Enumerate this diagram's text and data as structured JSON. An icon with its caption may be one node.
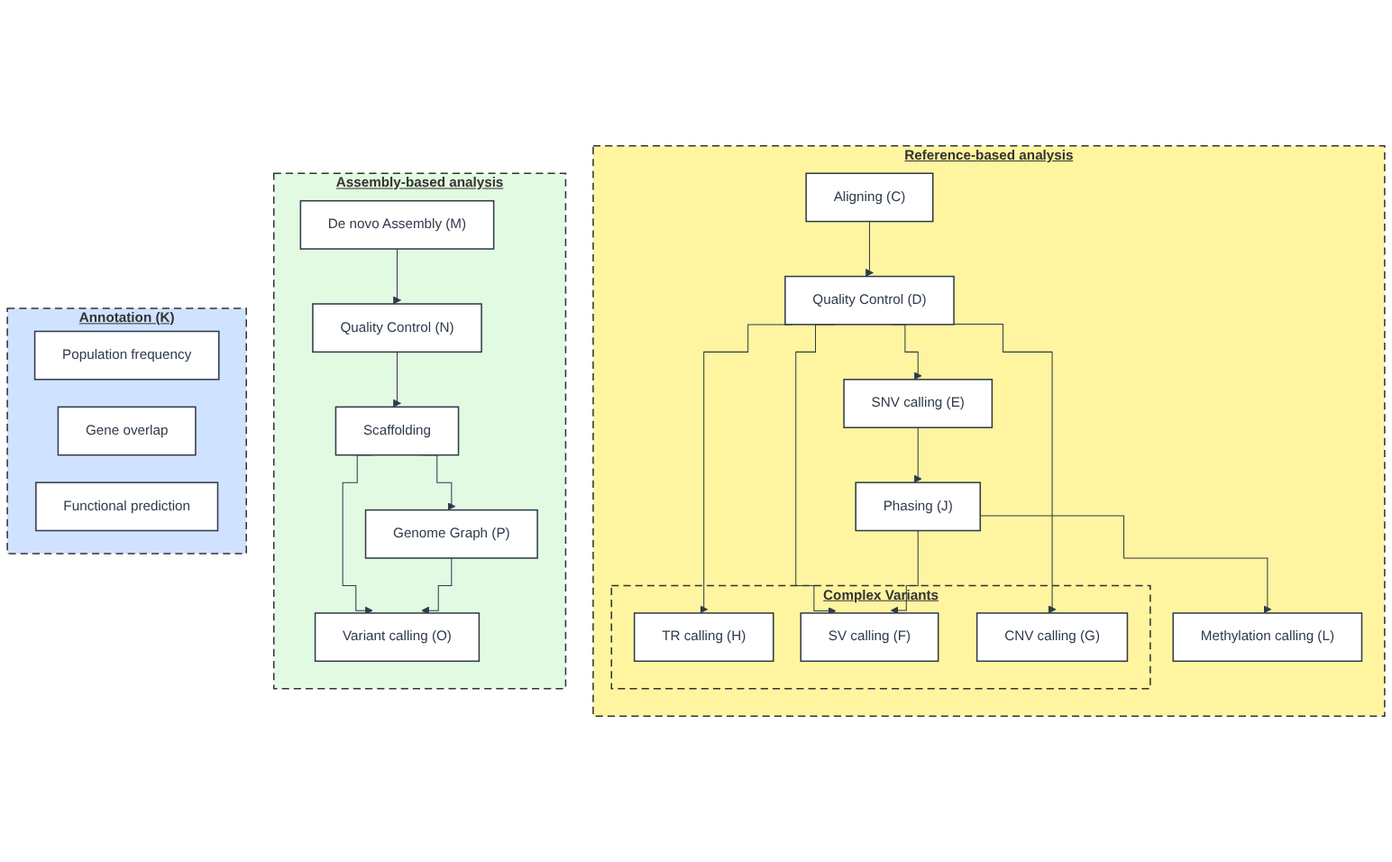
{
  "diagram": {
    "nodes": [
      {
        "text": [
          "Reference-based analysis"
        ]
      },
      {
        "text": [
          "Aligning (C)"
        ],
        "in": 0
      },
      {
        "text": [
          "Quality Control (D)"
        ],
        "in": 0
      },
      {
        "text": [
          "Complex Variants"
        ],
        "in": 0
      },
      {
        "text": [
          "SNV calling (E)"
        ],
        "in": 0
      },
      {
        "text": [
          "TR calling (H)"
        ],
        "in": 3
      },
      {
        "text": [
          "Phasing (J)"
        ],
        "in": 0
      },
      {
        "text": [
          "SV calling (F)"
        ],
        "in": 3
      },
      {
        "text": [
          "Methylation calling (L)"
        ],
        "in": 0
      },
      {
        "text": [
          "CNV calling (G)"
        ],
        "in": 3
      },
      {
        "text": [
          "Assembly-based analysis"
        ]
      },
      {
        "text": [
          "De novo Assembly (M)"
        ],
        "in": 10
      },
      {
        "text": [
          "Quality Control (N)"
        ],
        "in": 10
      },
      {
        "text": [
          "Scaffolding"
        ],
        "in": 10
      },
      {
        "text": [
          "Variant calling (O)"
        ],
        "in": 10
      },
      {
        "text": [
          "Genome Graph (P)"
        ],
        "in": 10
      },
      {
        "text": [
          "Annotation (K)"
        ]
      },
      {
        "text": [
          "Population frequency"
        ],
        "in": 16
      },
      {
        "text": [
          "Gene overlap"
        ],
        "in": 16
      },
      {
        "text": [
          "Functional prediction"
        ],
        "in": 16
      }
    ],
    "edges": [
      {
        "from": 1,
        "to": 2,
        "arrow": "to"
      },
      {
        "from": 2,
        "to": 4,
        "arrow": "to"
      },
      {
        "from": 2,
        "to": 5,
        "arrow": "to"
      },
      {
        "from": 2,
        "to": 7,
        "arrow": "to"
      },
      {
        "from": 2,
        "to": 9,
        "arrow": "to"
      },
      {
        "from": 4,
        "to": 6,
        "arrow": "to"
      },
      {
        "from": 6,
        "to": 7,
        "arrow": "to"
      },
      {
        "from": 6,
        "to": 8,
        "arrow": "to"
      },
      {
        "from": 11,
        "to": 12,
        "arrow": "to"
      },
      {
        "from": 12,
        "to": 13,
        "arrow": "to"
      },
      {
        "from": 13,
        "to": 14,
        "arrow": "to"
      },
      {
        "from": 13,
        "to": 15,
        "arrow": "to"
      },
      {
        "from": 15,
        "to": 14,
        "arrow": "to"
      }
    ]
  }
}
